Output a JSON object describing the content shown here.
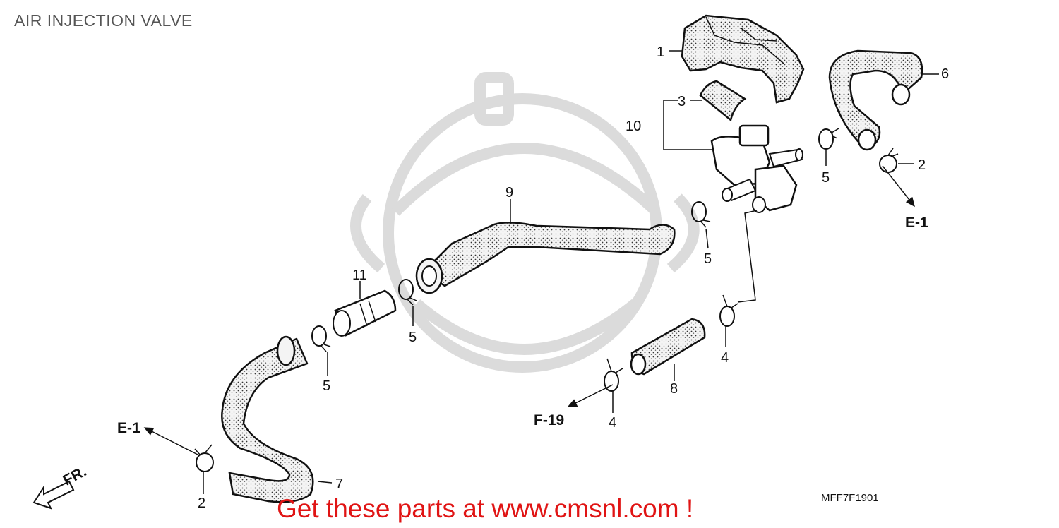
{
  "title": "AIR INJECTION VALVE",
  "promo": "Get these parts at www.cmsnl.com !",
  "diagram_code": "MFF7F1901",
  "labels": {
    "p1": "1",
    "p2a": "2",
    "p2b": "2",
    "p3": "3",
    "p4a": "4",
    "p4b": "4",
    "p5a": "5",
    "p5b": "5",
    "p5c": "5",
    "p5d": "5",
    "p6": "6",
    "p7": "7",
    "p8": "8",
    "p9": "9",
    "p10": "10",
    "p11": "11"
  },
  "refs": {
    "e1_right": "E-1",
    "e1_left": "E-1",
    "f19": "F-19",
    "fr": "FR."
  },
  "colors": {
    "promo": "#e01414",
    "watermark": "#d8d8d8",
    "line": "#111111"
  }
}
